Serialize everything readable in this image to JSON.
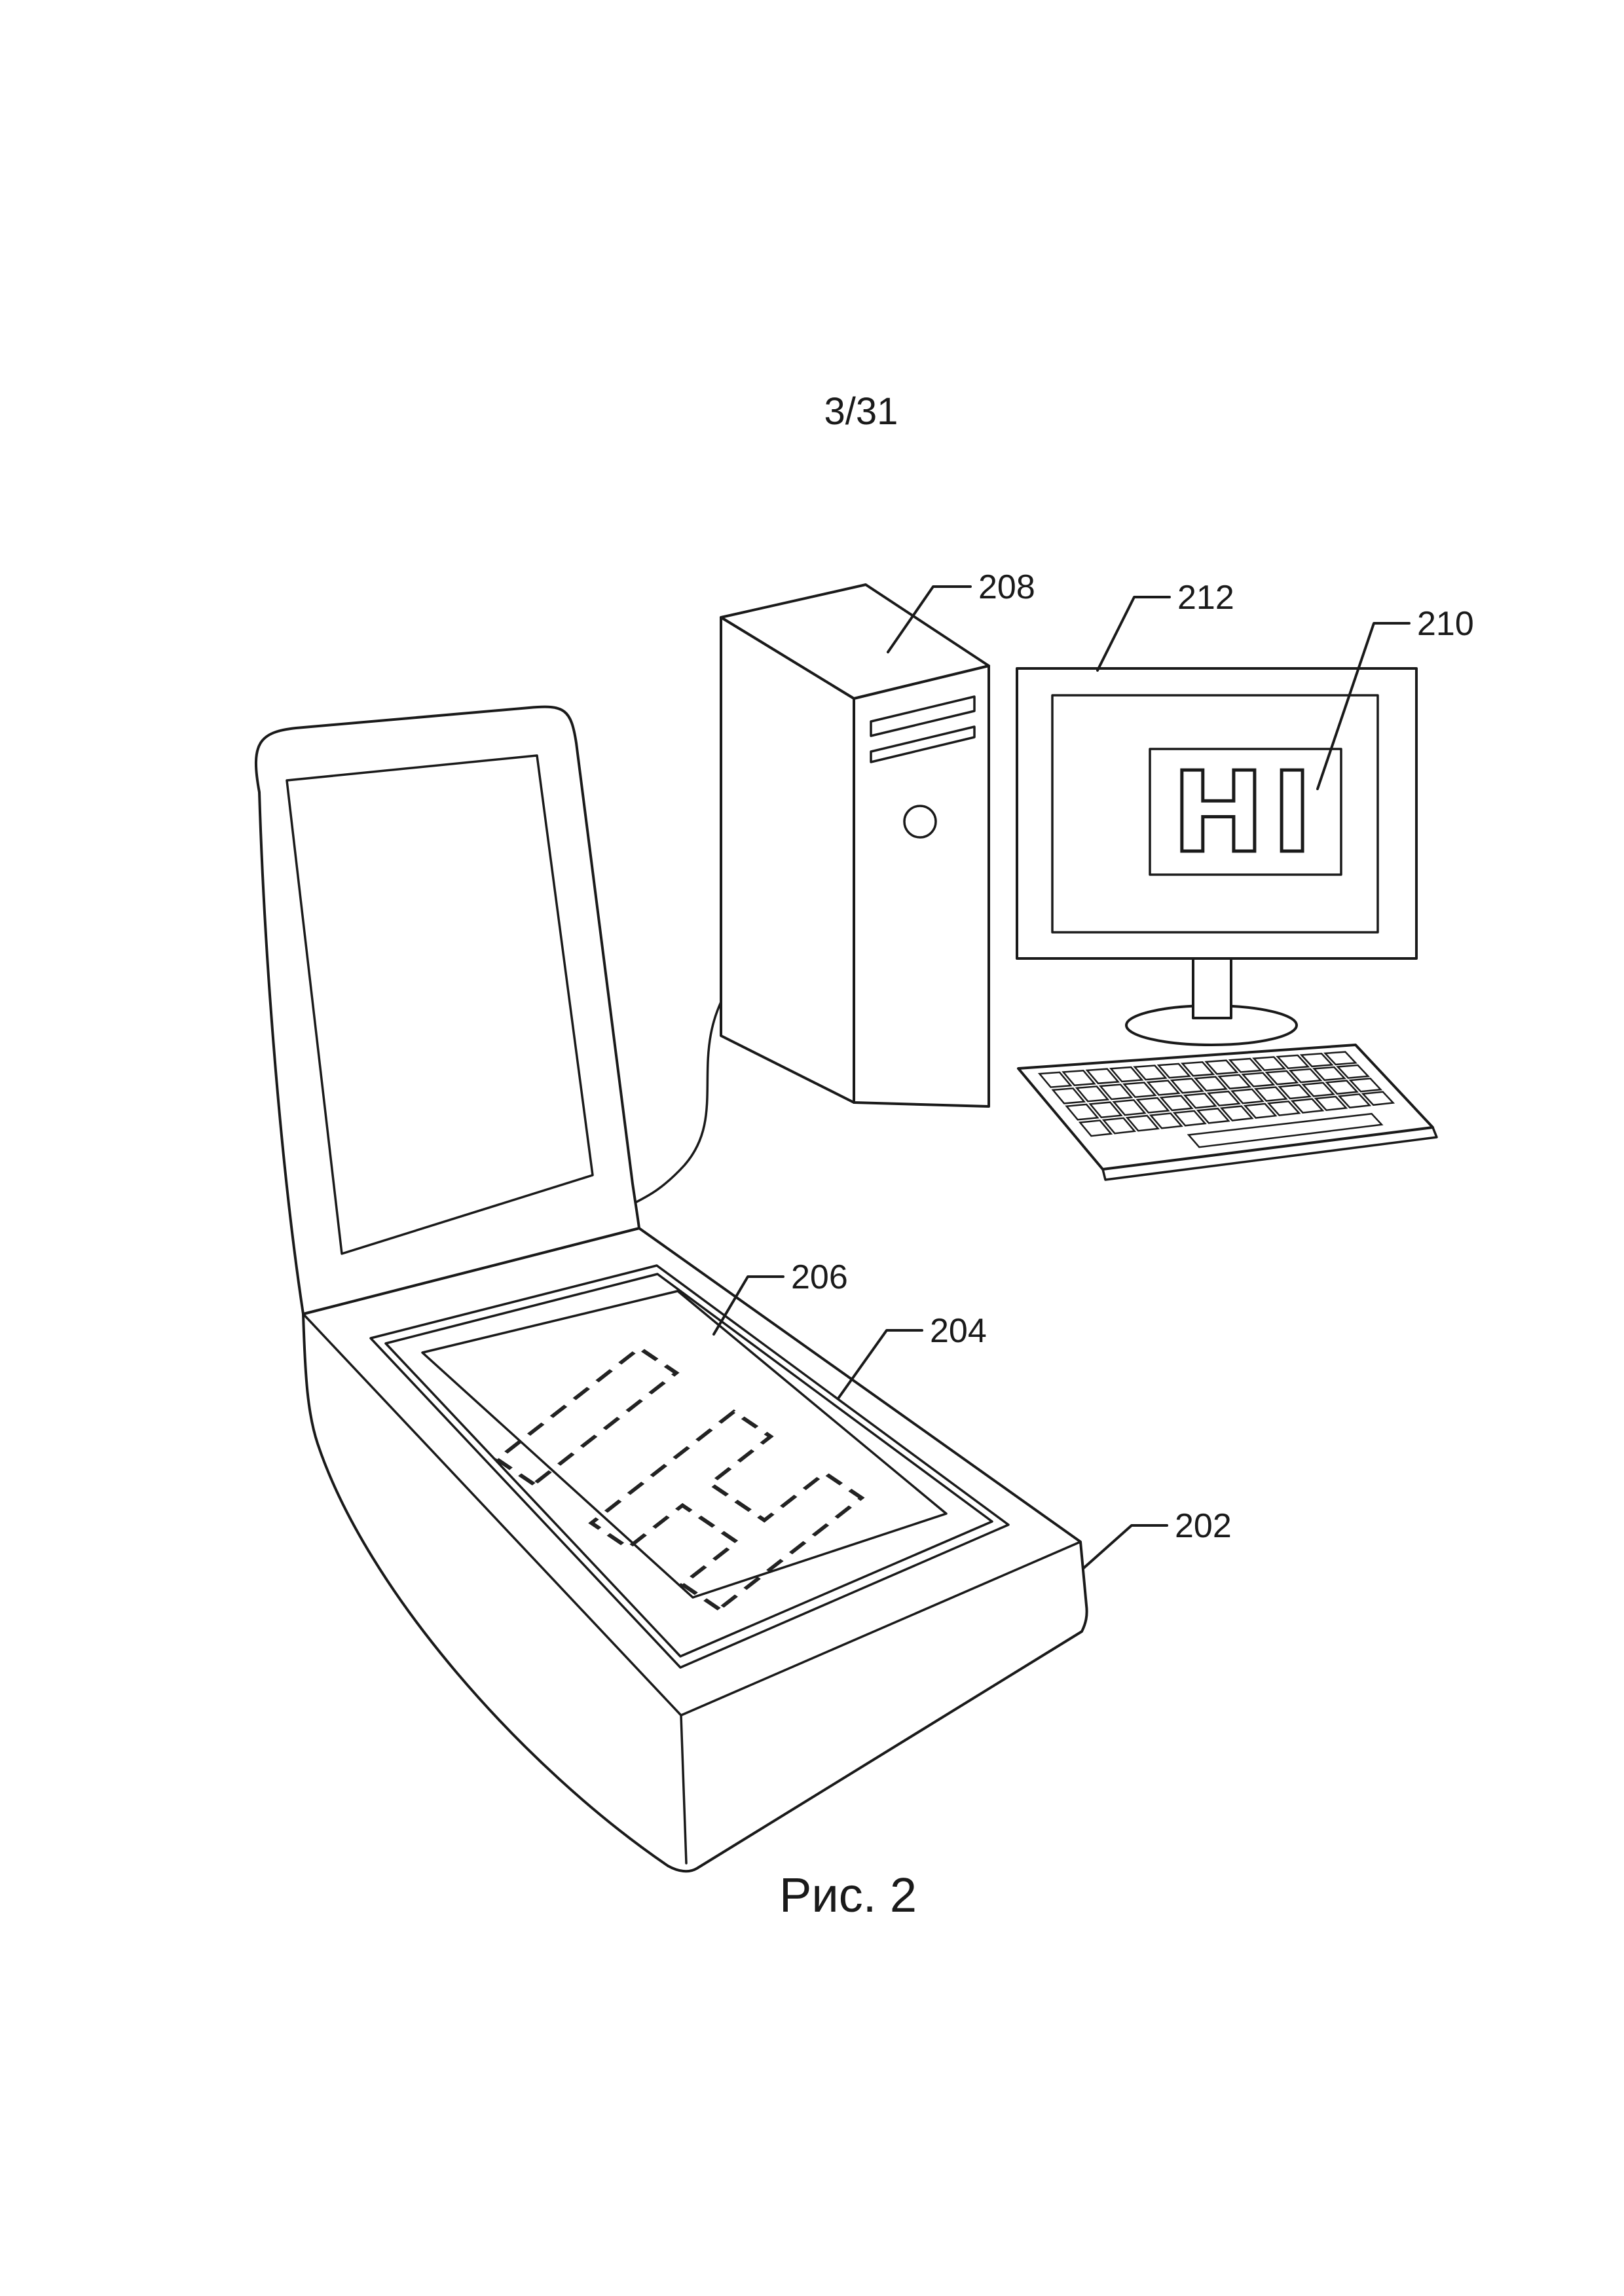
{
  "page": {
    "number": "3/31",
    "caption": "Рис. 2"
  },
  "figure": {
    "monitor_text": "HI",
    "document_text": "HI",
    "refs": {
      "tower": "208",
      "monitor": "212",
      "screen_image": "210",
      "document": "206",
      "platen": "204",
      "scanner": "202"
    }
  },
  "colors": {
    "line": "#1a1a1a",
    "background": "#ffffff"
  }
}
